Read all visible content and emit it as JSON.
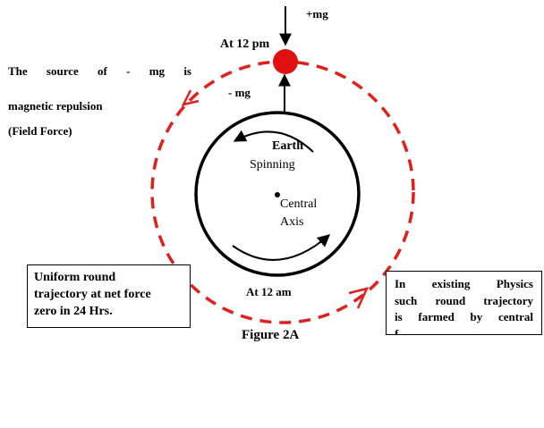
{
  "labels": {
    "plus_mg": "+mg",
    "at_12_pm": "At 12 pm",
    "minus_mg": "- mg",
    "source_line1": "The source of - mg is",
    "source_line2": "magnetic repulsion",
    "source_line3": "(Field Force)",
    "earth": "Earth",
    "spinning": "Spinning",
    "central": "Central",
    "axis": "Axis",
    "at_12_am": "At 12 am",
    "figure_caption": "Figure 2A"
  },
  "left_box": {
    "line1": "Uniform round",
    "line2": "trajectory at net force",
    "line3": "zero in 24 Hrs."
  },
  "right_box": {
    "line1": "In existing Physics",
    "line2": "such round trajectory",
    "line3": "is farmed by central",
    "line4": "f..."
  },
  "colors": {
    "orbit": "#e0201c",
    "body": "#e01010",
    "ink": "#000000"
  }
}
